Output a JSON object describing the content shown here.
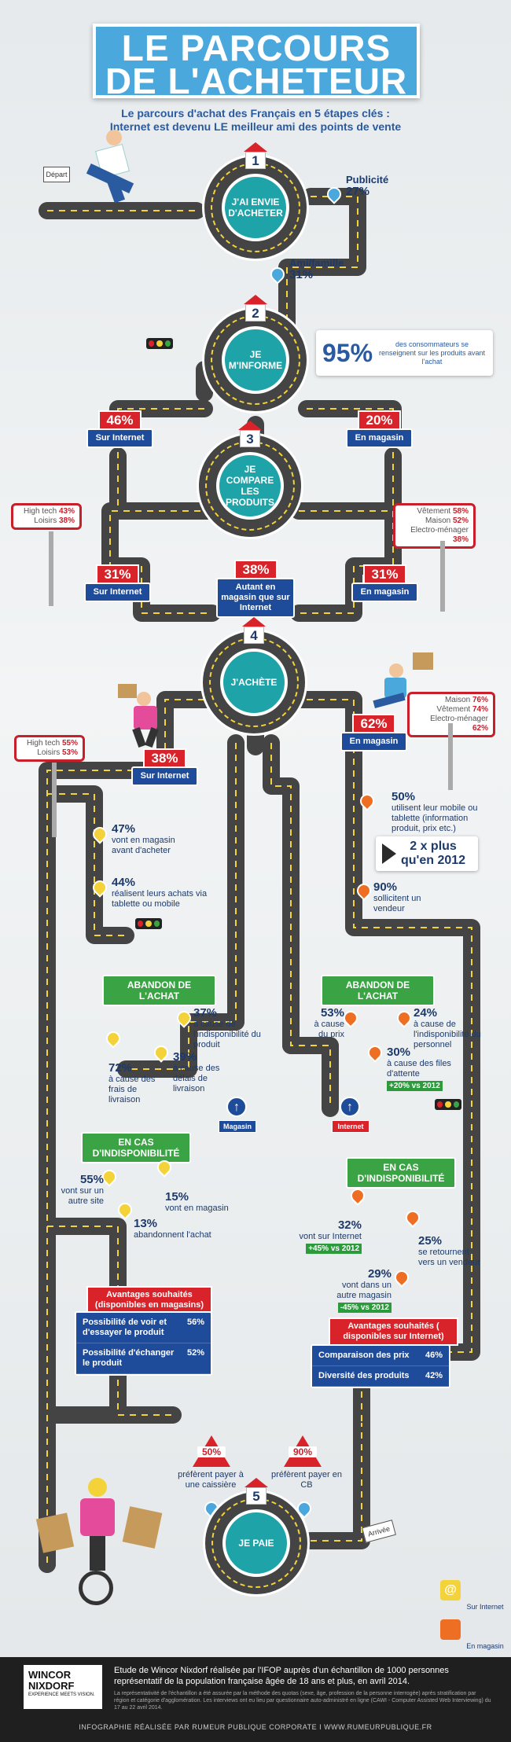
{
  "title": {
    "line1": "LE PARCOURS",
    "line2": "DE L'ACHETEUR"
  },
  "subtitle": {
    "line1": "Le parcours d'achat des Français en 5 étapes clés :",
    "line2": "Internet est devenu LE meilleur ami des points de vente"
  },
  "depart": "Départ",
  "arrivee": "Arrivée",
  "steps": [
    {
      "num": "1",
      "label": "J'AI ENVIE D'ACHETER"
    },
    {
      "num": "2",
      "label": "JE M'INFORME"
    },
    {
      "num": "3",
      "label": "JE COMPARE LES PRODUITS"
    },
    {
      "num": "4",
      "label": "J'ACHÈTE"
    },
    {
      "num": "5",
      "label": "JE PAIE"
    }
  ],
  "step1": {
    "pub_label": "Publicité",
    "pub_val": "27%",
    "ami_label": "Ami/famille",
    "ami_val": "31%"
  },
  "step2": {
    "big": "95%",
    "text": "des consommateurs se renseignent sur les produits avant l'achat",
    "internet_pct": "46%",
    "internet_label": "Sur Internet",
    "magasin_pct": "20%",
    "magasin_label": "En magasin"
  },
  "step3": {
    "left_sign": {
      "l1": "High tech",
      "v1": "43%",
      "l2": "Loisirs",
      "v2": "38%"
    },
    "right_sign": {
      "l1": "Vêtement",
      "v1": "58%",
      "l2": "Maison",
      "v2": "52%",
      "l3": "Electro-ménager",
      "v3": "38%"
    },
    "internet_pct": "31%",
    "internet_label": "Sur Internet",
    "both_pct": "38%",
    "both_label": "Autant en magasin que sur Internet",
    "magasin_pct": "31%",
    "magasin_label": "En magasin"
  },
  "step4": {
    "left_sign": {
      "l1": "High tech",
      "v1": "55%",
      "l2": "Loisirs",
      "v2": "53%"
    },
    "right_sign": {
      "l1": "Maison",
      "v1": "76%",
      "l2": "Vêtement",
      "v2": "74%",
      "l3": "Electro-ménager",
      "v3": "62%"
    },
    "internet_pct": "38%",
    "internet_label": "Sur Internet",
    "magasin_pct": "62%",
    "magasin_label": "En magasin"
  },
  "internet_path": {
    "s1_val": "47%",
    "s1_text": "vont en magasin avant d'acheter",
    "s2_val": "44%",
    "s2_text": "réalisent leurs achats via tablette ou mobile",
    "abandon": "ABANDON DE L'ACHAT",
    "a1_val": "37%",
    "a1_text": "à cause de l'indisponibilité du produit",
    "a2_val": "72%",
    "a2_text": "à cause des frais de livraison",
    "a3_val": "39%",
    "a3_text": "à cause des délais de livraison",
    "arrow_label": "Magasin",
    "indispo": "EN CAS D'INDISPONIBILITÉ",
    "i1_val": "55%",
    "i1_text": "vont sur un autre site",
    "i2_val": "15%",
    "i2_text": "vont en magasin",
    "i3_val": "13%",
    "i3_text": "abandonnent l'achat",
    "adv_title": "Avantages souhaités (disponibles en magasins)",
    "adv": [
      {
        "label": "Possibilité de voir et d'essayer le produit",
        "val": "56%"
      },
      {
        "label": "Possibilité d'échanger le produit",
        "val": "52%"
      }
    ]
  },
  "magasin_path": {
    "m1_val": "50%",
    "m1_text": "utilisent leur mobile ou tablette (information produit, prix etc.)",
    "m_badge_1": "2 x plus",
    "m_badge_2": "qu'en 2012",
    "m2_val": "90%",
    "m2_text": "sollicitent un vendeur",
    "abandon": "ABANDON DE L'ACHAT",
    "a1_val": "53%",
    "a1_text": "à cause du prix",
    "a2_val": "24%",
    "a2_text": "à cause de l'indisponibilité du personnel",
    "a3_val": "30%",
    "a3_text": "à cause des files d'attente",
    "a3_tag": "+20% vs 2012",
    "arrow_label": "Internet",
    "indispo": "EN CAS D'INDISPONIBILITÉ",
    "i1_val": "32%",
    "i1_text": "vont sur Internet",
    "i1_tag": "+45% vs 2012",
    "i2_val": "25%",
    "i2_text": "se retournent vers un vendeur",
    "i3_val": "29%",
    "i3_text": "vont dans un autre magasin",
    "i3_tag": "-45% vs 2012",
    "adv_title": "Avantages souhaités ( disponibles sur Internet)",
    "adv": [
      {
        "label": "Comparaison des prix",
        "val": "46%"
      },
      {
        "label": "Diversité des produits",
        "val": "42%"
      }
    ]
  },
  "step5": {
    "left_val": "50%",
    "left_text": "préfèrent payer à une caissière",
    "right_val": "90%",
    "right_text": "préfèrent payer en CB"
  },
  "legend": {
    "internet": "Sur Internet",
    "magasin": "En magasin"
  },
  "footer": {
    "brand1": "WINCOR",
    "brand2": "NIXDORF",
    "tagline": "EXPERIENCE MEETS VISION.",
    "text": "Etude de Wincor Nixdorf réalisée par l'IFOP auprès d'un échantillon de 1000 personnes représentatif de la population française âgée de 18 ans et plus, en avril 2014.",
    "small": "La représentativité de l'échantillon a été assurée par la méthode des quotas (sexe, âge, profession de la personne interrogée) après stratification par région et catégorie d'agglomération. Les interviews ont eu lieu par questionnaire auto-administré en ligne (CAWI - Computer Assisted Web Interviewing) du 17 au 22 avril 2014.",
    "credit": "INFOGRAPHIE RÉALISÉE PAR RUMEUR PUBLIQUE CORPORATE  I  WWW.RUMEURPUBLIQUE.FR"
  },
  "colors": {
    "road": "#444444",
    "accent": "#d9232a",
    "blue": "#1f4b9b",
    "teal": "#1ea3a8",
    "green": "#3aa343",
    "yellow": "#f3d23a",
    "orange": "#ee6f24"
  }
}
